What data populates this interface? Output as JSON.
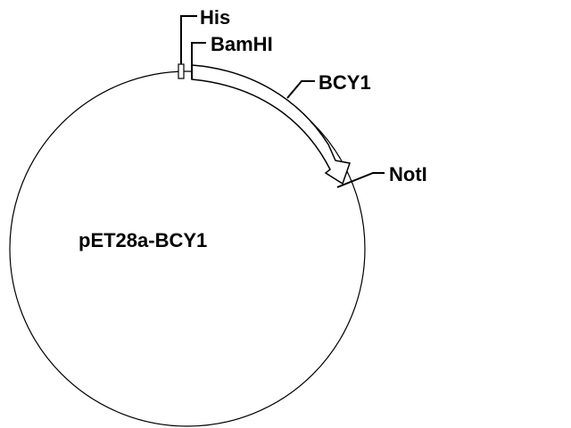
{
  "plasmid": {
    "name": "pET28a-BCY1"
  },
  "features": {
    "his": "His",
    "bamhi": "BamHI",
    "insert": "BCY1",
    "noti": "NotI"
  },
  "colors": {
    "line": "#000000",
    "background": "#ffffff"
  }
}
